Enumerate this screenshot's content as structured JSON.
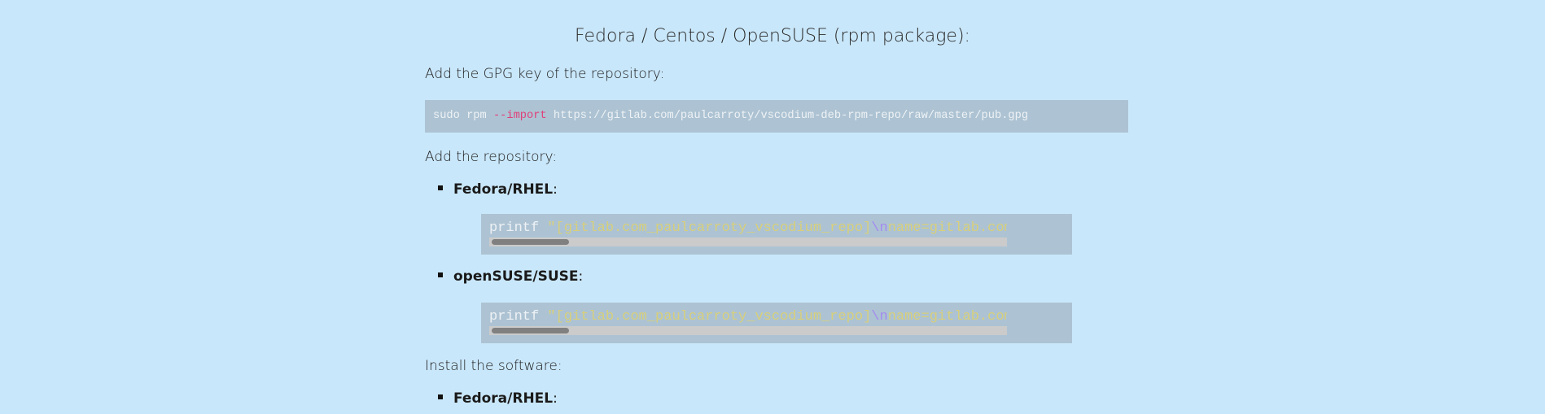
{
  "heading": "Fedora / Centos / OpenSUSE (rpm package):",
  "step_gpg": "Add the GPG key of the repository:",
  "gpg_cmd": {
    "cmd": "sudo rpm ",
    "flag": "--import",
    "url": " https://gitlab.com/paulcarroty/vscodium-deb-rpm-repo/raw/master/pub.gpg"
  },
  "step_repo": "Add the repository:",
  "repo_items": [
    {
      "label": "Fedora/RHEL",
      "suffix": ":",
      "cmd": "printf ",
      "str1": "\"[gitlab.com_paulcarroty_vscodium_repo]",
      "esc": "\\n",
      "str2": "name=gitlab.com_paulcarroty_vscodium_repo",
      "scroll_fraction": 0.15
    },
    {
      "label": "openSUSE/SUSE",
      "suffix": ":",
      "cmd": "printf ",
      "str1": "\"[gitlab.com_paulcarroty_vscodium_repo]",
      "esc": "\\n",
      "str2": "name=gitlab.com_paulcarroty_vscodium_repo",
      "scroll_fraction": 0.15
    }
  ],
  "step_install": "Install the software:",
  "install_items": [
    {
      "label": "Fedora/RHEL",
      "suffix": ":"
    }
  ]
}
